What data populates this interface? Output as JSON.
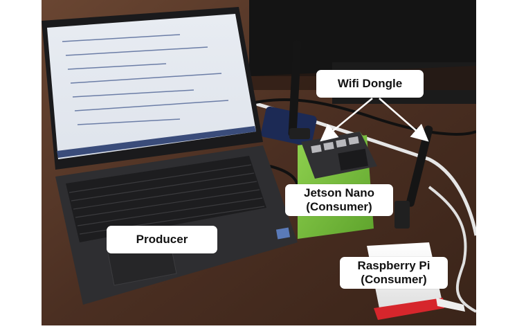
{
  "labels": {
    "wifi": "Wifi Dongle",
    "producer": "Producer",
    "jetson_line1": "Jetson Nano",
    "jetson_line2": "(Consumer)",
    "rpi_line1": "Raspberry Pi",
    "rpi_line2": "(Consumer)"
  },
  "colors": {
    "desk": "#4a2f20",
    "laptop_body": "#2f2f32",
    "jetson_box": "#7bc043",
    "rpi_case": "#f2f2f2",
    "rpi_accent": "#d6262c",
    "label_bg": "#ffffff",
    "arrow": "#ffffff"
  }
}
